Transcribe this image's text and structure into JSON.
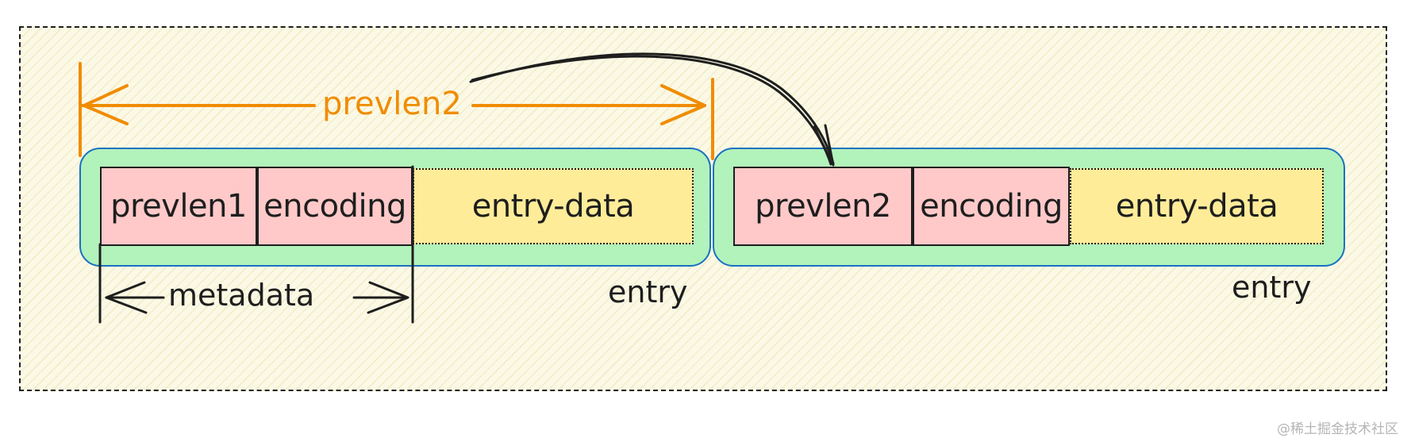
{
  "entries": [
    {
      "cells": [
        "prevlen1",
        "encoding",
        "entry-data"
      ],
      "label": "entry"
    },
    {
      "cells": [
        "prevlen2",
        "encoding",
        "entry-data"
      ],
      "label": "entry"
    }
  ],
  "labels": {
    "prevlen_span": "prevlen2",
    "metadata_span": "metadata"
  },
  "watermark": "@稀土掘金技术社区",
  "colors": {
    "frame_fill": "#fbf9e6",
    "entry_fill": "#b2f2bb",
    "entry_border": "#1971c2",
    "metadata_cell_fill": "#ffc9c9",
    "data_cell_fill": "#ffec99",
    "prevlen_arrow": "#f08c00",
    "ink": "#1e1e1e"
  }
}
